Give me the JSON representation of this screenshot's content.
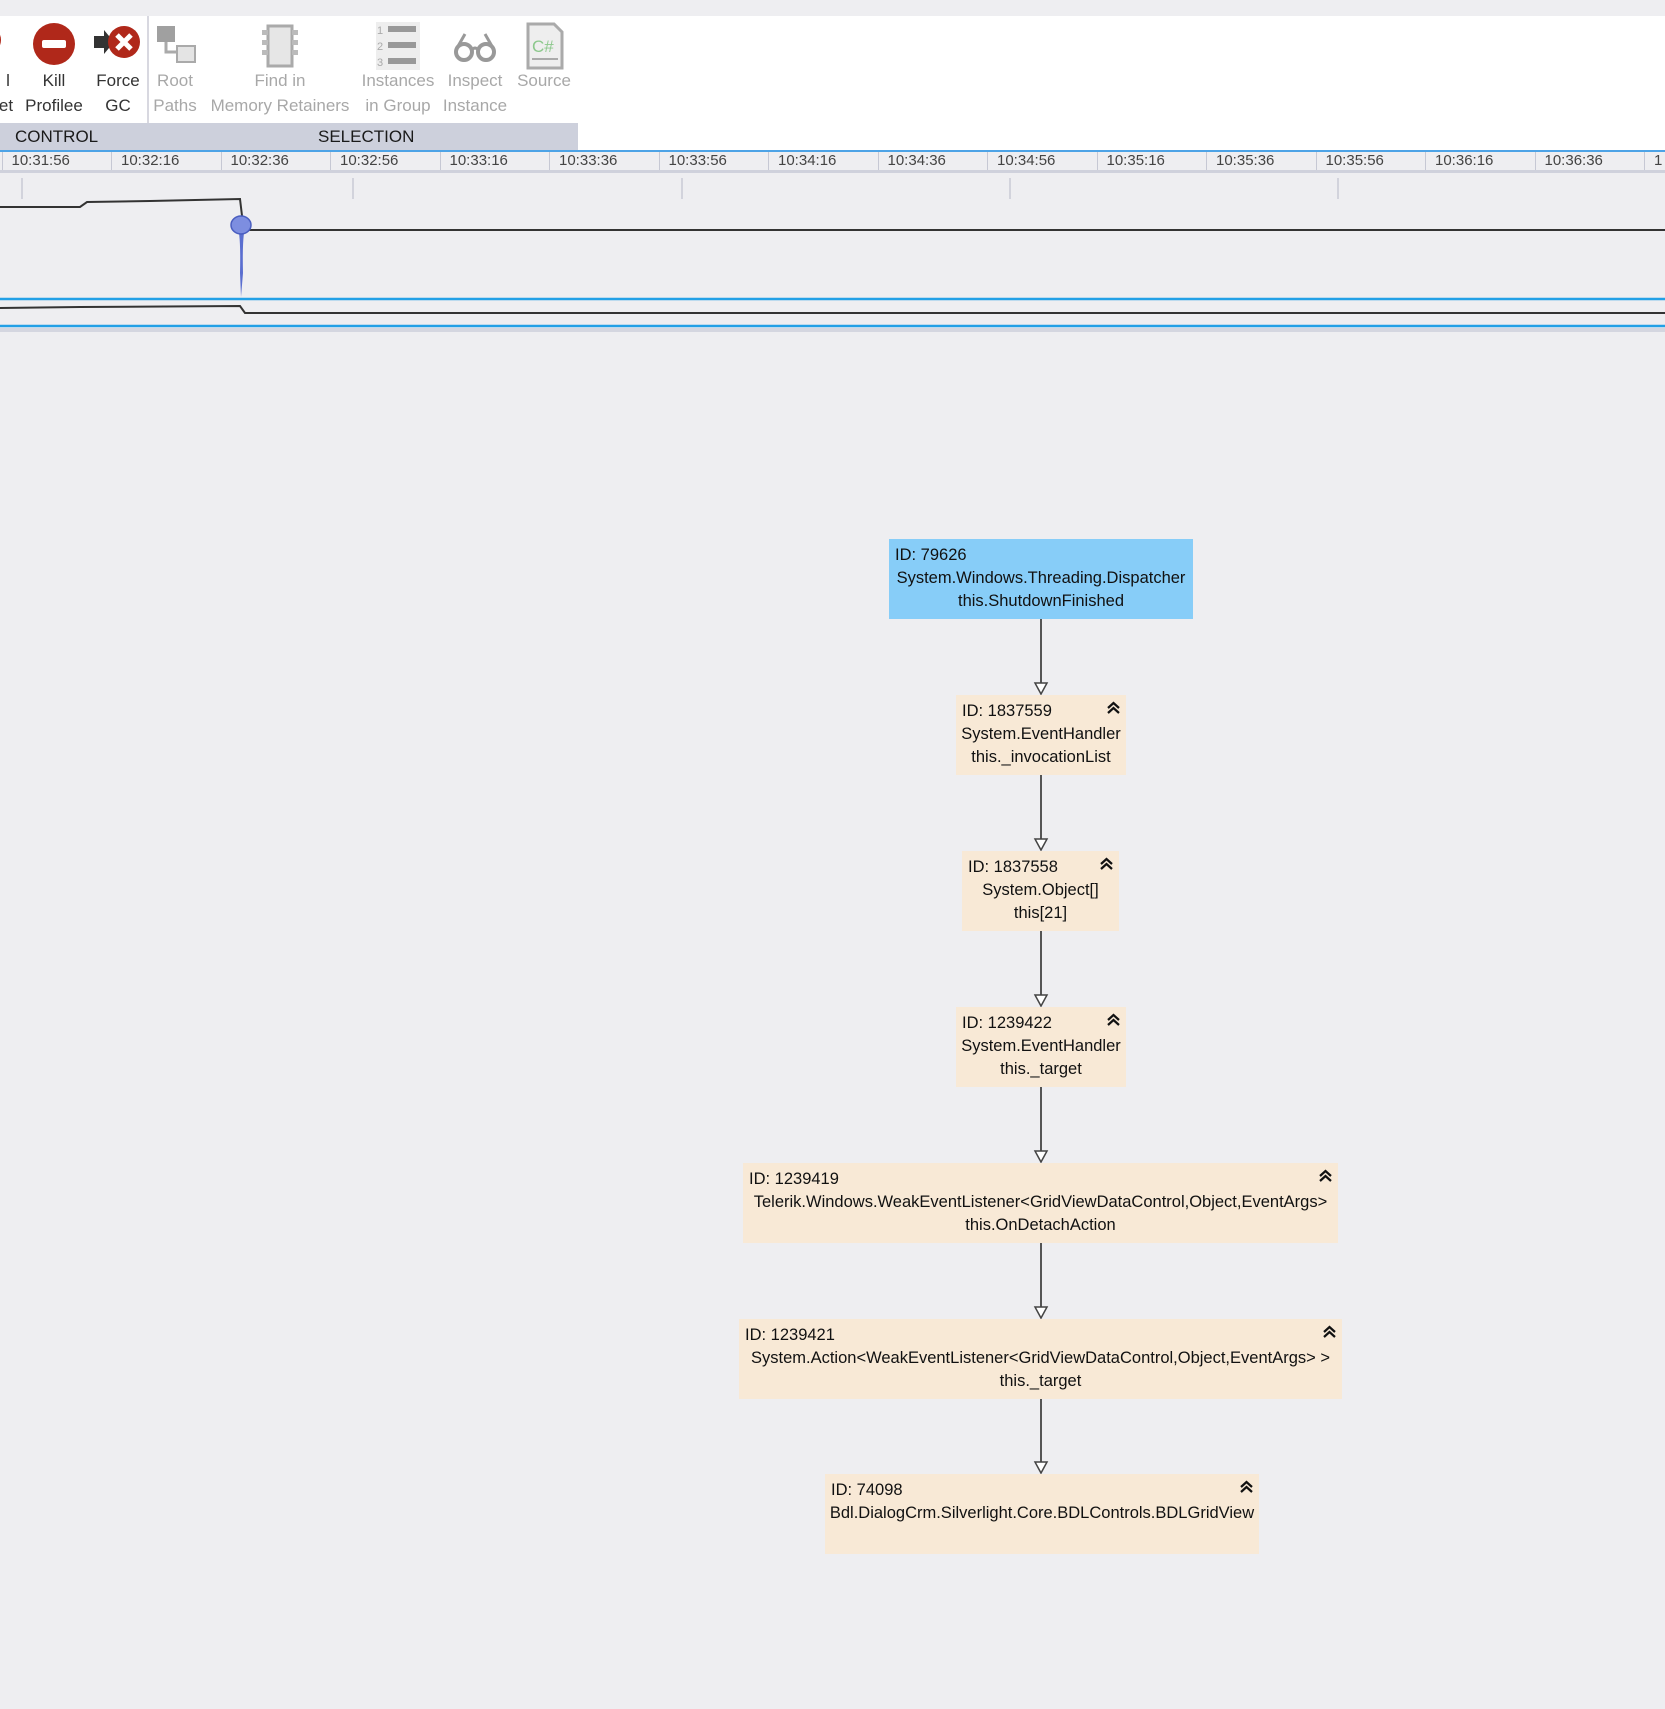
{
  "toolbar": {
    "partial": {
      "line1": "l",
      "line2": "et"
    },
    "kill": {
      "line1": "Kill",
      "line2": "Profilee"
    },
    "force": {
      "line1": "Force",
      "line2": "GC"
    },
    "root": {
      "line1": "Root",
      "line2": "Paths"
    },
    "find": {
      "line1": "Find in",
      "line2": "Memory Retainers"
    },
    "instances": {
      "line1": "Instances",
      "line2": "in Group"
    },
    "inspect": {
      "line1": "Inspect",
      "line2": "Instance"
    },
    "source": {
      "line1": "Source",
      "line2": ""
    },
    "source_icon_text": "C#",
    "groups": {
      "control": "CONTROL",
      "selection": "SELECTION"
    }
  },
  "timeline": {
    "ticks": [
      "10:31:56",
      "10:32:16",
      "10:32:36",
      "10:32:56",
      "10:33:16",
      "10:33:36",
      "10:33:56",
      "10:34:16",
      "10:34:36",
      "10:34:56",
      "10:35:16",
      "10:35:36",
      "10:35:56",
      "10:36:16",
      "10:36:36",
      "1"
    ]
  },
  "graph": {
    "colors": {
      "selected": "#87cdf8",
      "node": "#f8e9d6",
      "edge": "#444444"
    },
    "nodes": [
      {
        "id": "ID: 79626",
        "type": "System.Windows.Threading.Dispatcher",
        "field": "this.ShutdownFinished",
        "selected": true
      },
      {
        "id": "ID: 1837559",
        "type": "System.EventHandler",
        "field": "this._invocationList"
      },
      {
        "id": "ID: 1837558",
        "type": "System.Object[]",
        "field": "this[21]"
      },
      {
        "id": "ID: 1239422",
        "type": "System.EventHandler",
        "field": "this._target"
      },
      {
        "id": "ID: 1239419",
        "type": "Telerik.Windows.WeakEventListener<GridViewDataControl,Object,EventArgs>",
        "field": "this.OnDetachAction"
      },
      {
        "id": "ID: 1239421",
        "type": "System.Action<WeakEventListener<GridViewDataControl,Object,EventArgs> >",
        "field": "this._target"
      },
      {
        "id": "ID: 74098",
        "type": "Bdl.DialogCrm.Silverlight.Core.BDLControls.BDLGridView",
        "field": ""
      }
    ]
  }
}
